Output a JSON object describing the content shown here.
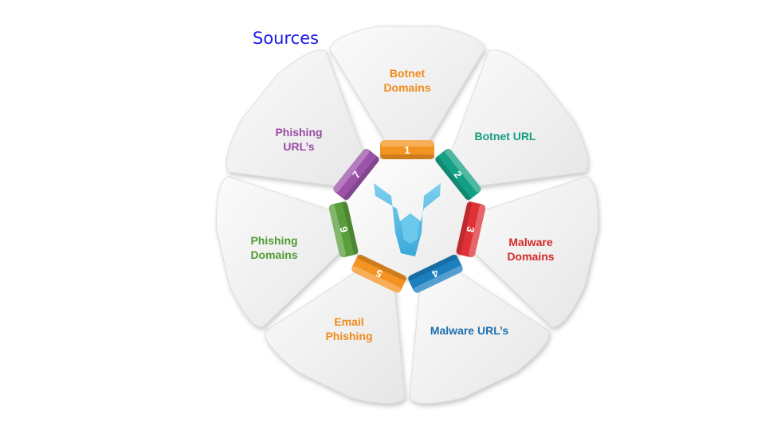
{
  "title": "Sources",
  "sources": [
    {
      "number": "1",
      "label_lines": [
        "Botnet",
        "Domains"
      ],
      "color": "#f39322",
      "label_color": "#f08a19"
    },
    {
      "number": "2",
      "label_lines": [
        "Botnet URL"
      ],
      "color": "#14a085",
      "label_color": "#169c80"
    },
    {
      "number": "3",
      "label_lines": [
        "",
        "Malware",
        "Domains"
      ],
      "color": "#df3236",
      "label_color": "#d42a2a"
    },
    {
      "number": "4",
      "label_lines": [
        "Malware URL’s"
      ],
      "color": "#1c7fc0",
      "label_color": "#1a6fb0"
    },
    {
      "number": "5",
      "label_lines": [
        "Email",
        "Phishing"
      ],
      "color": "#f39322",
      "label_color": "#f08a19"
    },
    {
      "number": "6",
      "label_lines": [
        "Phishing",
        "Domains"
      ],
      "color": "#5a9e3c",
      "label_color": "#4f9a32"
    },
    {
      "number": "7",
      "label_lines": [
        "Phishing",
        "URL’s"
      ],
      "color": "#9b52a8",
      "label_color": "#9b4aa6"
    }
  ],
  "center_logo": {
    "icon": "t-shield-logo-icon",
    "color": "#4bb8e4"
  }
}
